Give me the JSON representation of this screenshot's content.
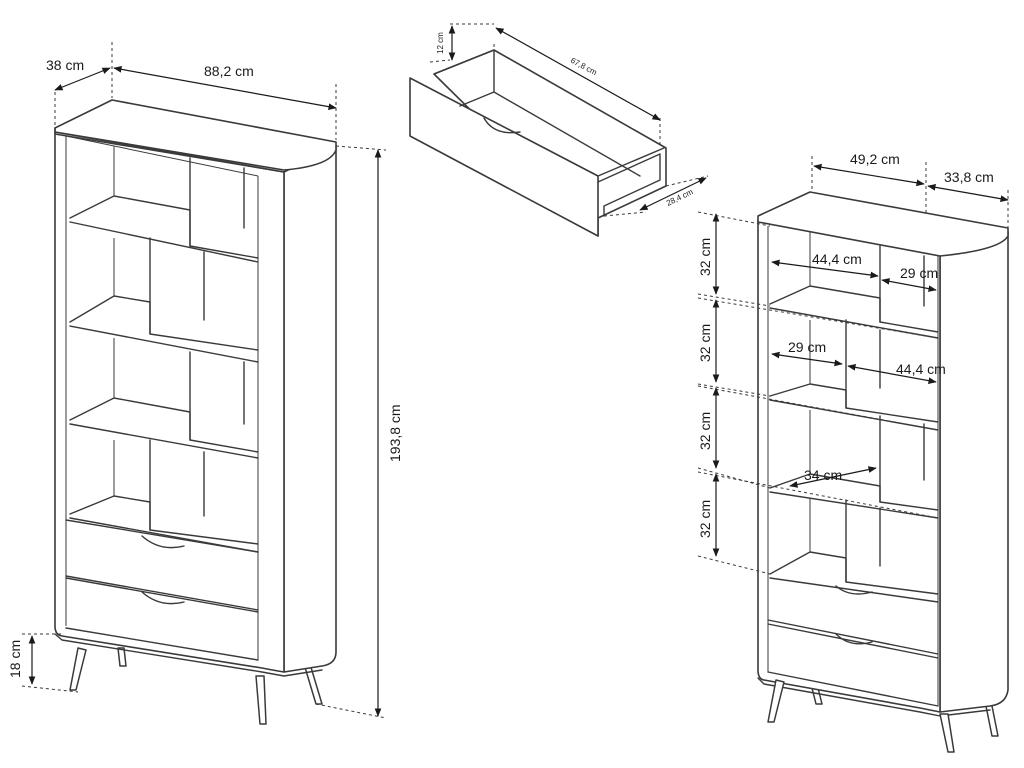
{
  "left_view": {
    "depth": "38 cm",
    "width": "88,2 cm",
    "height": "193,8 cm",
    "leg_height": "18 cm"
  },
  "drawer_detail": {
    "front_height": "12 cm",
    "length": "67,8 cm",
    "depth": "28,4 cm"
  },
  "right_view": {
    "width": "49,2 cm",
    "depth": "33,8 cm",
    "shelf_heights": [
      "32 cm",
      "32 cm",
      "32 cm",
      "32 cm"
    ],
    "row1_large": "44,4 cm",
    "row1_small": "29 cm",
    "row2_small": "29 cm",
    "row2_large": "44,4 cm",
    "row3_depth": "34 cm"
  }
}
